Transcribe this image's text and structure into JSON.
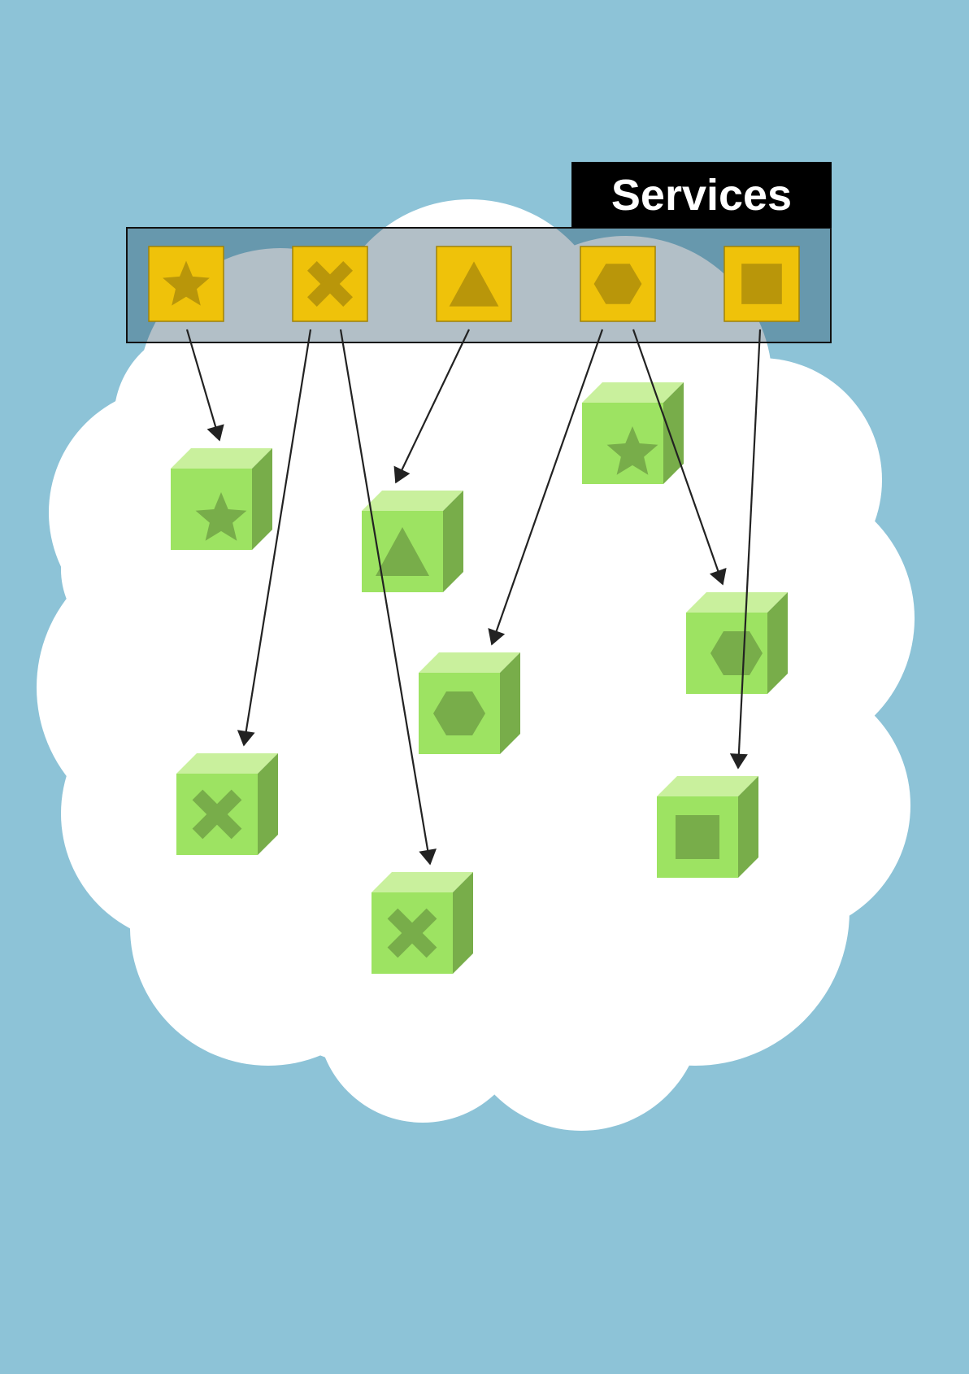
{
  "services": {
    "label": "Services",
    "items": [
      {
        "id": "star",
        "icon": "star-icon"
      },
      {
        "id": "cross",
        "icon": "cross-icon"
      },
      {
        "id": "triangle",
        "icon": "triangle-icon"
      },
      {
        "id": "hexagon",
        "icon": "hexagon-icon"
      },
      {
        "id": "square",
        "icon": "square-icon"
      }
    ]
  },
  "instances": [
    {
      "service": "star"
    },
    {
      "service": "triangle"
    },
    {
      "service": "star"
    },
    {
      "service": "hexagon"
    },
    {
      "service": "hexagon"
    },
    {
      "service": "cross"
    },
    {
      "service": "square"
    },
    {
      "service": "cross"
    }
  ],
  "connections": [
    {
      "from": "star",
      "to": 0
    },
    {
      "from": "cross",
      "to": 5
    },
    {
      "from": "cross",
      "to": 7
    },
    {
      "from": "triangle",
      "to": 1
    },
    {
      "from": "hexagon",
      "to": 3
    },
    {
      "from": "hexagon",
      "to": 4
    },
    {
      "from": "square",
      "to": 6
    }
  ],
  "colors": {
    "background": "#8dc3d7",
    "cloud": "#ffffff",
    "service_box": "#efc20a",
    "service_icon": "#b9960a",
    "cube_front": "#9de362",
    "cube_top": "#c9f09d",
    "cube_side": "#78ad4a",
    "cube_icon": "#78ad4a",
    "arrow": "#222222"
  }
}
